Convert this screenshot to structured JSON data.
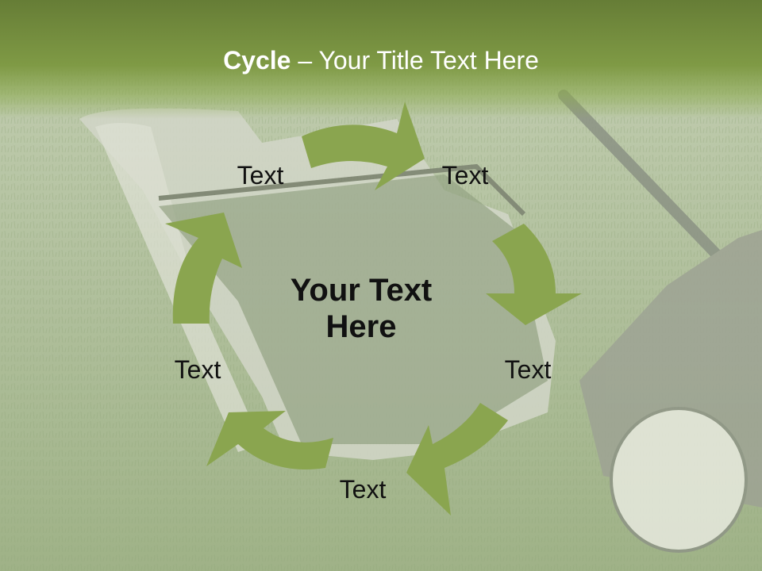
{
  "slide": {
    "title_bold": "Cycle",
    "title_rest": " – Your Title Text Here",
    "center_text_line1": "Your Text",
    "center_text_line2": "Here",
    "labels": [
      "Text",
      "Text",
      "Text",
      "Text",
      "Text"
    ]
  },
  "colors": {
    "title_band": "#718b3c",
    "arrow": "#8aa54f",
    "text": "#111111"
  },
  "icons": [
    "grass-background-image",
    "lawn-mower-image",
    "cycle-arrow-icon"
  ]
}
